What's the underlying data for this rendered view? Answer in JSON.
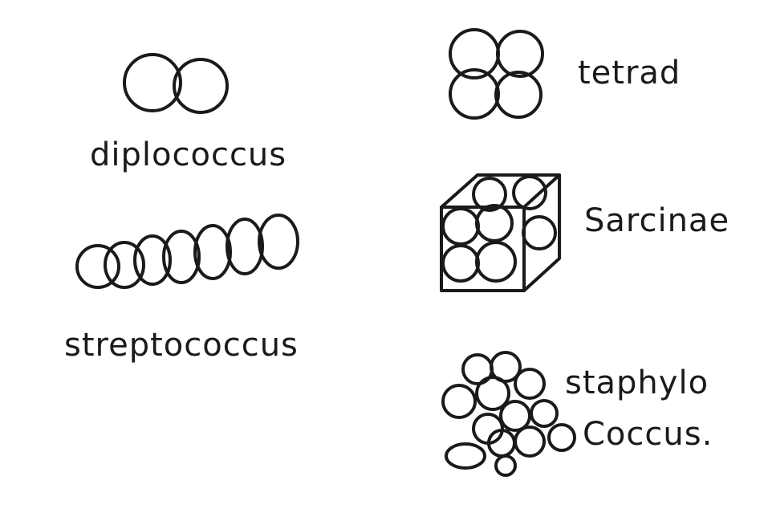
{
  "labels": {
    "diplococcus": "diplococcus",
    "streptococcus": "streptococcus",
    "tetrad": "tetrad",
    "sarcinae": "Sarcinae",
    "staphylo": "staphylo",
    "coccus": "Coccus."
  },
  "colors": {
    "ink": "#1a1a1a",
    "background": "#ffffff"
  }
}
